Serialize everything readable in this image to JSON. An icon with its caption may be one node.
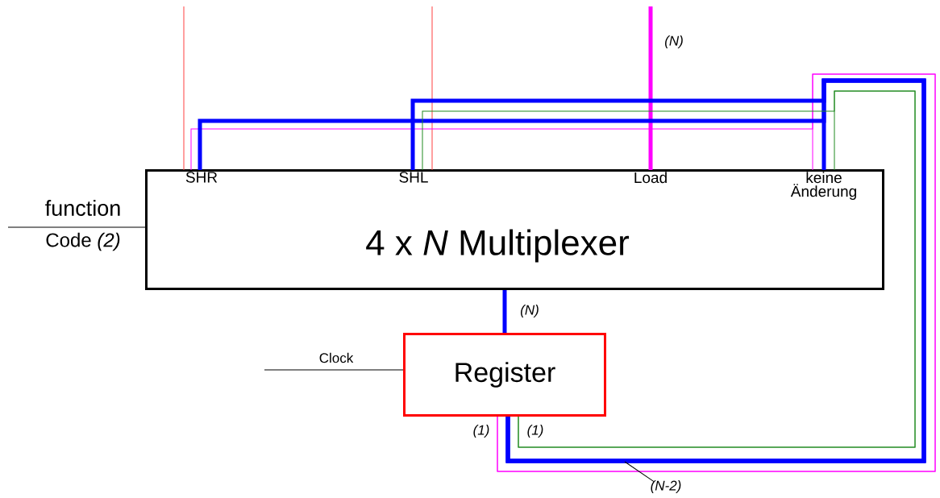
{
  "diagram": {
    "nodes": [
      {
        "text": [
          "4 x *N* Multiplexer"
        ]
      },
      {
        "text": [
          "SHR"
        ],
        "in": 0
      },
      {
        "text": [
          "SHL"
        ],
        "in": 0
      },
      {
        "text": [
          "Load"
        ],
        "in": 0
      },
      {
        "text": [
          "keine Änderung"
        ],
        "in": 0
      },
      {
        "text": [
          "Register"
        ]
      },
      {
        "text": [
          "(N-2)"
        ]
      }
    ],
    "edges": [
      {
        "from": null,
        "to": 1,
        "arrow": "none",
        "color": "#ff4040"
      },
      {
        "from": null,
        "to": 2,
        "arrow": "none",
        "color": "#ff4040"
      },
      {
        "from": null,
        "to": 3,
        "arrow": "none",
        "style": "thick",
        "color": "#ff00ff",
        "label": "(N)"
      },
      {
        "from": null,
        "to": 0,
        "arrow": "none",
        "color": "#000000"
      },
      {
        "from": 0,
        "to": 5,
        "arrow": "none",
        "style": "thick",
        "color": "#0000ff",
        "label": "(N)"
      },
      {
        "from": null,
        "to": 5,
        "arrow": "none",
        "color": "#000000",
        "label": "Clock"
      },
      {
        "from": 5,
        "to": 1,
        "arrow": "none",
        "color": "#ff00ff",
        "label": "(1)"
      },
      {
        "from": 5,
        "to": 4,
        "arrow": "none",
        "color": "#ff00ff"
      },
      {
        "from": 5,
        "to": 1,
        "arrow": "none",
        "style": "thick",
        "color": "#0000ff"
      },
      {
        "from": 5,
        "to": 2,
        "arrow": "none",
        "style": "thick",
        "color": "#0000ff"
      },
      {
        "from": 5,
        "to": 4,
        "arrow": "none",
        "style": "thick",
        "color": "#0000ff"
      },
      {
        "from": 5,
        "to": 2,
        "arrow": "none",
        "color": "#228b22",
        "label": "(1)"
      },
      {
        "from": 5,
        "to": 4,
        "arrow": "none",
        "color": "#228b22"
      },
      {
        "from": 6,
        "to": null,
        "arrow": "none",
        "color": "#000000"
      }
    ],
    "labels": [
      "function",
      "Code *(2)*"
    ]
  }
}
